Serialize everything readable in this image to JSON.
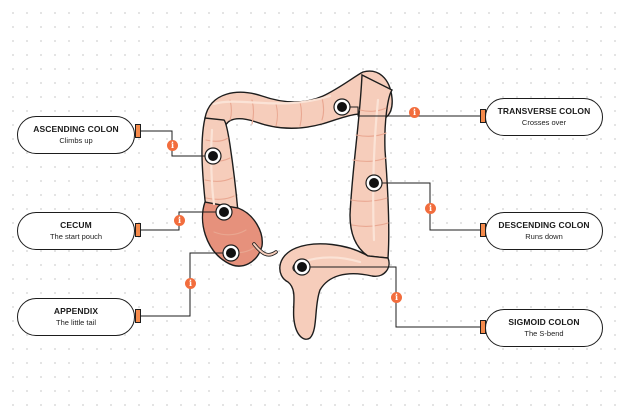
{
  "colors": {
    "accent": "#f26d3d",
    "tab": "#f58a4b",
    "line": "#1d1d1d",
    "colon_fill": "#f6cdbb",
    "colon_shade": "#e9a791",
    "colon_highlight": "#fbe3d6",
    "cecum_fill": "#e6917c"
  },
  "info_icon_glyph": "i",
  "labels": [
    {
      "id": "ascending",
      "title": "ASCENDING COLON",
      "subtitle": "Climbs up"
    },
    {
      "id": "cecum",
      "title": "CECUM",
      "subtitle": "The start pouch"
    },
    {
      "id": "appendix",
      "title": "APPENDIX",
      "subtitle": "The little tail"
    },
    {
      "id": "transverse",
      "title": "TRANSVERSE COLON",
      "subtitle": "Crosses over"
    },
    {
      "id": "descending",
      "title": "DESCENDING COLON",
      "subtitle": "Runs down"
    },
    {
      "id": "sigmoid",
      "title": "SIGMOID COLON",
      "subtitle": "The S-bend"
    }
  ]
}
